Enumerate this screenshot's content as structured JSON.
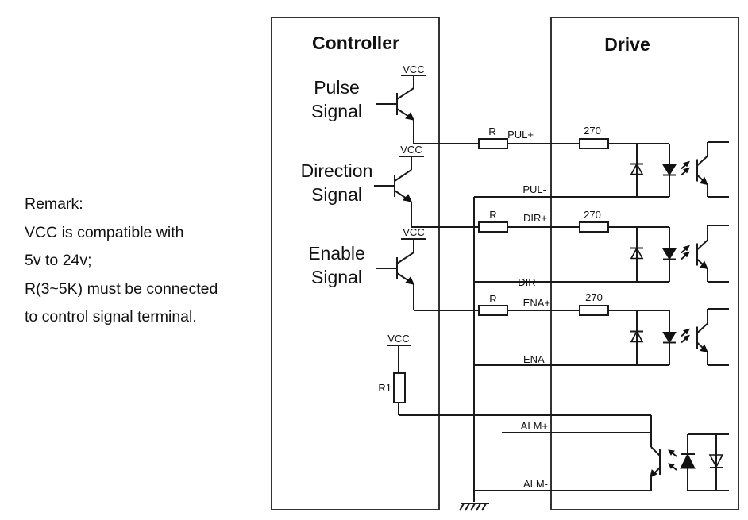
{
  "remark": {
    "lines": [
      "Remark:",
      "VCC is compatible with",
      "5v to 24v;",
      "R(3~5K) must be connected",
      "to control signal terminal."
    ]
  },
  "controller": {
    "title": "Controller",
    "signals": [
      {
        "line1": "Pulse",
        "line2": "Signal",
        "supply": "VCC"
      },
      {
        "line1": "Direction",
        "line2": "Signal",
        "supply": "VCC"
      },
      {
        "line1": "Enable",
        "line2": "Signal",
        "supply": "VCC"
      }
    ],
    "alarm_pullup": {
      "supply": "VCC",
      "resistor": "R1"
    }
  },
  "drive": {
    "title": "Drive",
    "channels": [
      {
        "ext_resistor": "R",
        "plus": "PUL+",
        "minus": "PUL-",
        "int_resistor": "270"
      },
      {
        "ext_resistor": "R",
        "plus": "DIR+",
        "minus": "DIR-",
        "int_resistor": "270"
      },
      {
        "ext_resistor": "R",
        "plus": "ENA+",
        "minus": "ENA-",
        "int_resistor": "270"
      }
    ],
    "alarm": {
      "plus": "ALM+",
      "minus": "ALM-"
    }
  },
  "symbols": {
    "transistor": "npn-transistor-icon",
    "optocoupler": "optocoupler-icon",
    "ground": "ground-icon",
    "resistor": "resistor-icon",
    "diode": "diode-icon"
  }
}
